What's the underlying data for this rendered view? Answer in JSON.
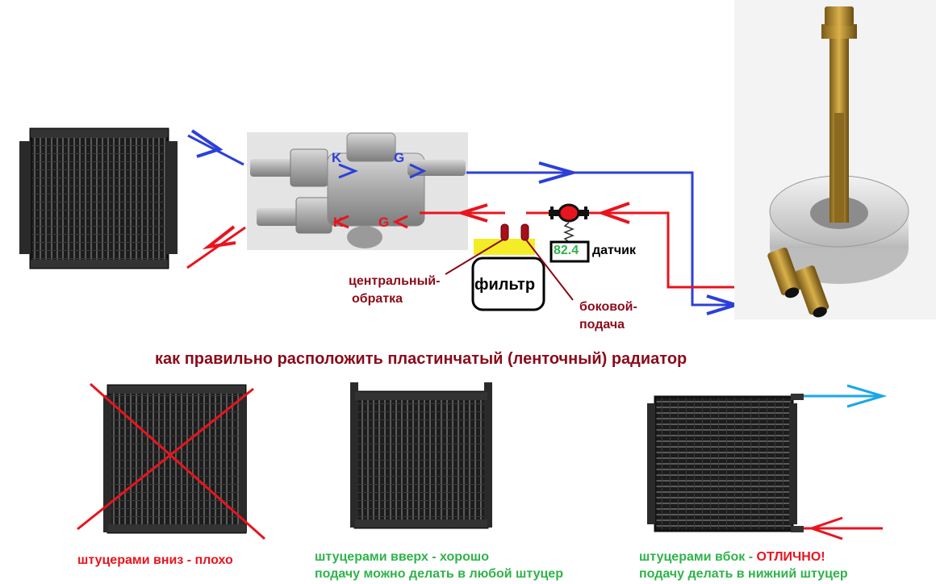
{
  "fitting": {
    "top_left_letter": "K",
    "top_right_letter": "G",
    "bottom_left_letter": "K",
    "bottom_right_letter": "G"
  },
  "filter": {
    "label": "фильтр"
  },
  "sensor": {
    "value": "82.4",
    "label": "датчик"
  },
  "ports": {
    "central_line1": "центральный-",
    "central_line2": "обратка",
    "side_line1": "боковой-",
    "side_line2": "подача"
  },
  "heading": "как правильно расположить пластинчатый (ленточный) радиатор",
  "captions": {
    "bad": "штуцерами вниз - плохо",
    "good_line1": "штуцерами вверх - хорошо",
    "good_line2": "подачу можно делать в любой штуцер",
    "best_line1_prefix": "штуцерами вбок - ",
    "best_line1_emph": "ОТЛИЧНО!",
    "best_line2": "подачу делать в нижний штуцер"
  },
  "colors": {
    "supply_line": "#2d3fd9",
    "return_line": "#e8141e",
    "dark_red_text": "#8b0a1a",
    "green_text": "#2fb34a",
    "filter_yellow": "#f4ec27",
    "light_blue_arrow": "#1aa7e8"
  },
  "icons": {
    "radiator": "radiator-icon",
    "fitting": "tee-fitting-icon",
    "adapter": "oil-filter-adapter-icon",
    "valve": "valve-icon",
    "spring": "spring-icon",
    "cross": "cross-icon"
  }
}
